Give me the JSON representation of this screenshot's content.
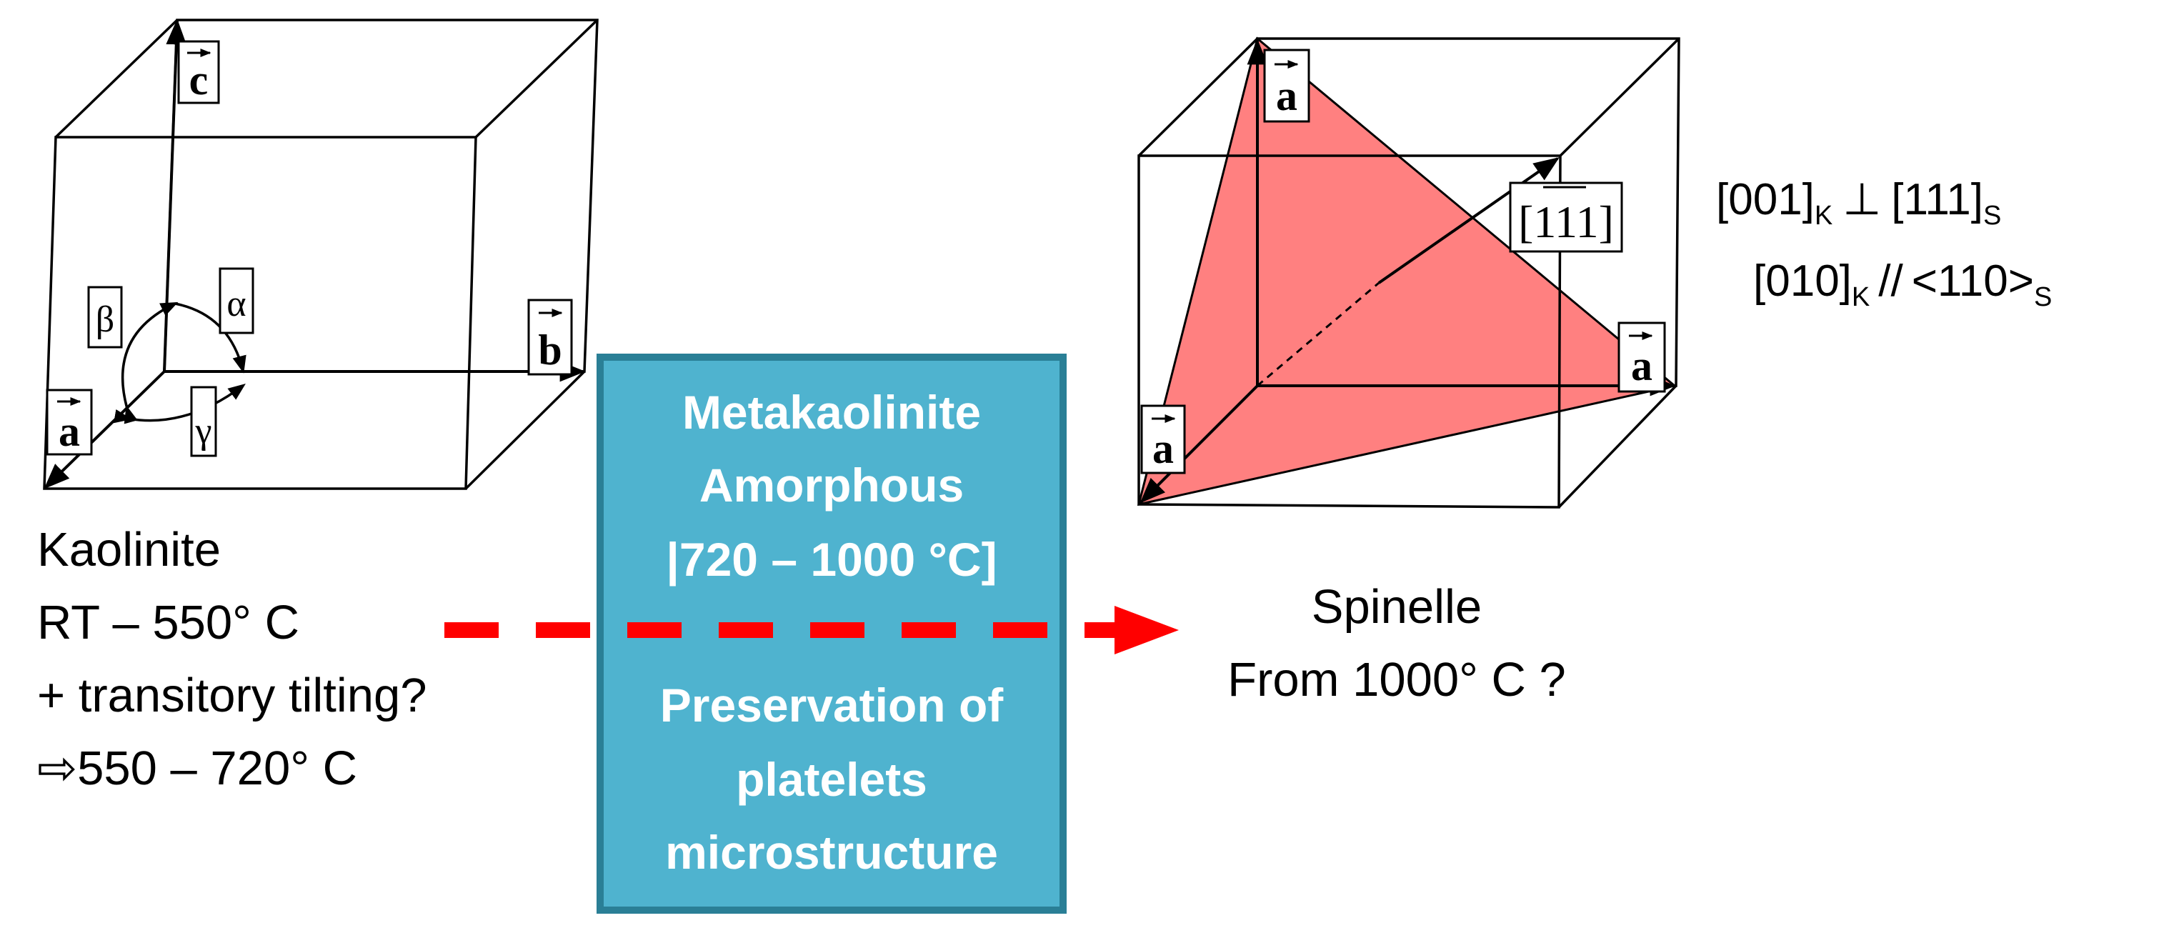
{
  "kaolinite": {
    "axis_labels": {
      "a": "a",
      "b": "b",
      "c": "c"
    },
    "angle_labels": {
      "alpha": "α",
      "beta": "β",
      "gamma": "γ"
    },
    "lines": [
      "Kaolinite",
      "RT – 550°  C",
      "+ transitory tilting?",
      "⇨550 – 720°  C"
    ]
  },
  "metakaolinite_box": {
    "title_lines": [
      "Metakaolinite",
      "Amorphous",
      "|720 – 1000 °C]"
    ],
    "note_lines": [
      "Preservation of",
      "platelets",
      "microstructure"
    ],
    "fill_color": "#4fb3cf",
    "border_color": "#2a7f96"
  },
  "transition_arrow": {
    "color": "#ff0000",
    "style": "dashed"
  },
  "spinelle": {
    "axis_labels": {
      "a_top": "a",
      "a_right": "a",
      "a_left": "a"
    },
    "direction_label": "[111]",
    "triangle_color": "#ff8080",
    "lines": [
      "Spinelle",
      "From 1000°  C ?"
    ]
  },
  "relations": {
    "perpendicular": {
      "left": "[001]",
      "left_sub": "K",
      "symbol": "⊥",
      "right": "[111]",
      "right_sub": "S"
    },
    "parallel": {
      "left": "[010]",
      "left_sub": "K",
      "symbol": "//",
      "right": "<110>",
      "right_sub": "S"
    }
  }
}
